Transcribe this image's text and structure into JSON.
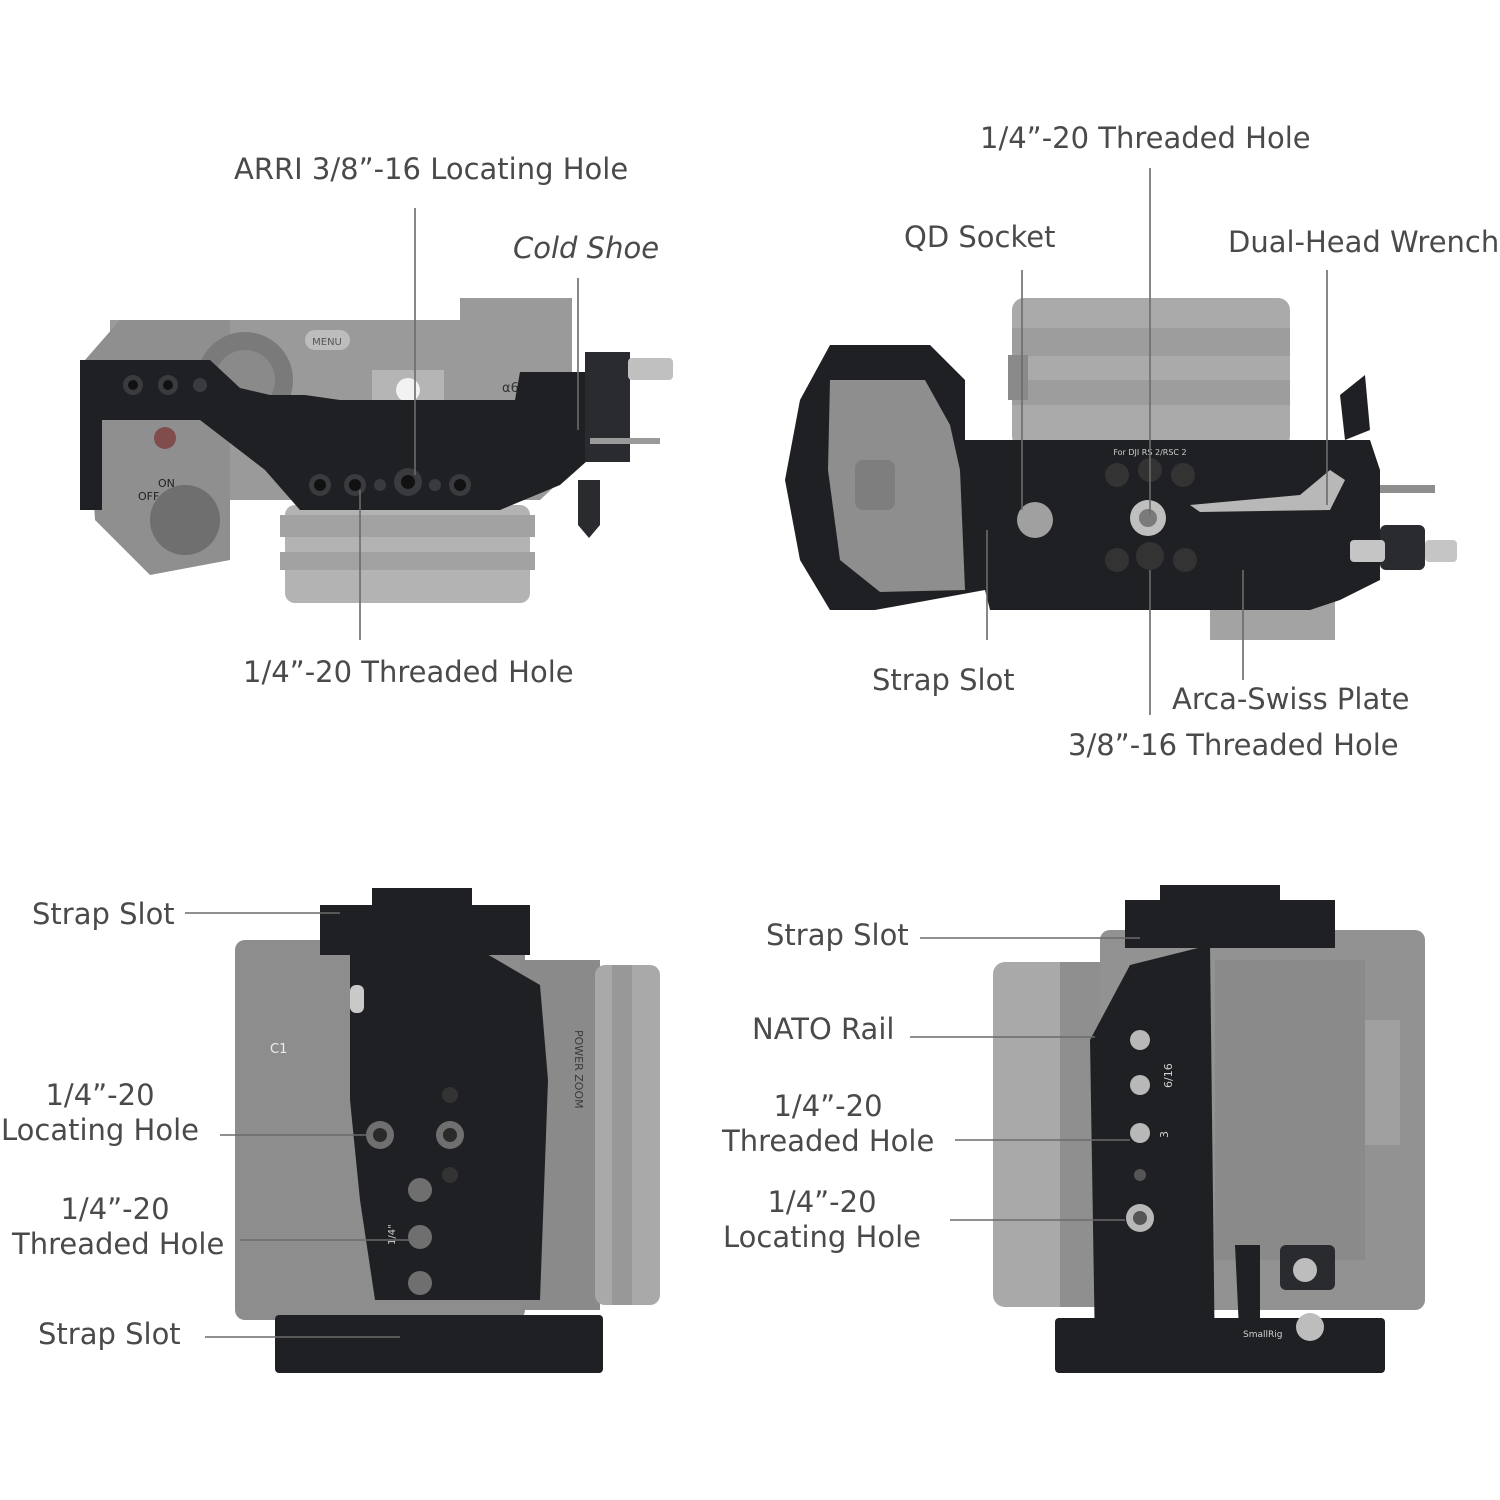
{
  "top_left_view": {
    "arri_locating_hole": "ARRI 3/8”-16 Locating Hole",
    "cold_shoe": "Cold Shoe",
    "threaded_hole": "1/4”-20 Threaded Hole",
    "camera_marks": {
      "menu": "MENU",
      "model": "α6700",
      "on": "ON",
      "off": "OFF"
    }
  },
  "top_right_view": {
    "threaded_hole_top": "1/4”-20 Threaded Hole",
    "qd_socket": "QD Socket",
    "dual_head_wrench": "Dual-Head Wrench",
    "strap_slot": "Strap Slot",
    "arca_swiss_plate": "Arca-Swiss Plate",
    "threaded_hole_38": "3/8”-16 Threaded Hole",
    "plate_marking": "For DJI RS 2/RSC 2"
  },
  "bottom_left_view": {
    "strap_slot_top": "Strap Slot",
    "locating_hole": [
      "1/4”-20",
      "Locating Hole"
    ],
    "threaded_hole": [
      "1/4”-20",
      "Threaded Hole"
    ],
    "strap_slot_bottom": "Strap Slot",
    "side_marks": {
      "c1": "C1",
      "zoom": "POWER ZOOM",
      "quarter": "1/4\""
    }
  },
  "bottom_right_view": {
    "strap_slot": "Strap Slot",
    "nato_rail": "NATO Rail",
    "threaded_hole": [
      "1/4”-20",
      "Threaded Hole"
    ],
    "locating_hole": [
      "1/4”-20",
      "Locating Hole"
    ],
    "side_marks": {
      "six_sixteen": "6/16",
      "three": "3",
      "brand": "SmallRig"
    }
  },
  "colors": {
    "cage_black": "#1f2023",
    "camera_gray": "#8d8d8d",
    "camera_light": "#a9a9a9",
    "label_text": "#4a4a4a",
    "leader_line": "#6b6b6b"
  }
}
